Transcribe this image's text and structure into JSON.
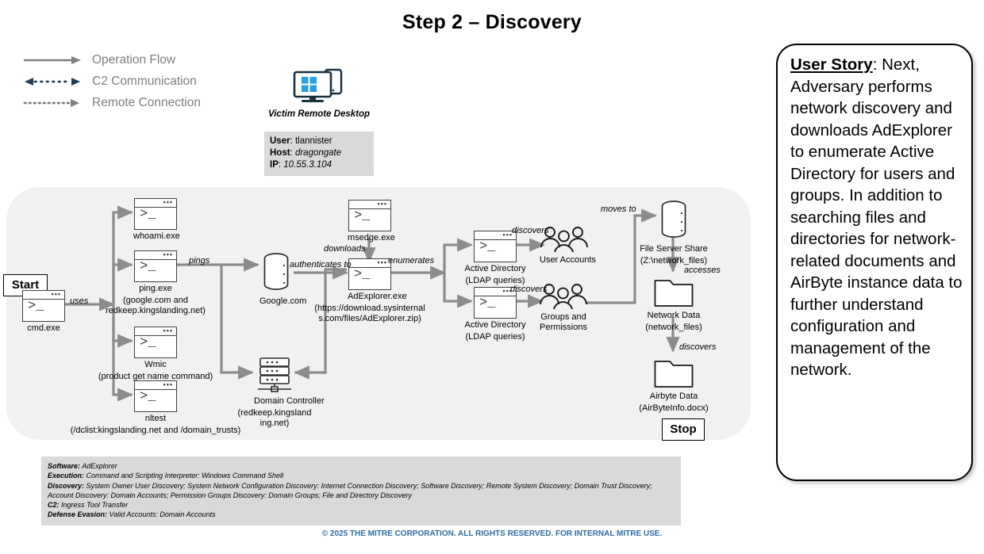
{
  "title": "Step 2 – Discovery",
  "legend": [
    {
      "label": "Operation Flow",
      "style": "solid-arrow",
      "icon": "solid-arrow-icon"
    },
    {
      "label": "C2 Communication",
      "style": "dotted-double-arrow",
      "icon": "dotted-double-arrow-icon"
    },
    {
      "label": "Remote Connection",
      "style": "dotted-arrow",
      "icon": "dotted-arrow-icon"
    }
  ],
  "victim": {
    "caption": "Victim Remote Desktop",
    "icon": "windows-monitor-icon",
    "info": {
      "user_label": "User",
      "user_value": "tlannister",
      "host_label": "Host",
      "host_value": "dragongate",
      "ip_label": "IP",
      "ip_value": "10.55.3.104"
    }
  },
  "flow": {
    "start_label": "Start",
    "stop_label": "Stop",
    "nodes": [
      {
        "id": "cmd",
        "icon": "terminal-icon",
        "caption": "cmd.exe"
      },
      {
        "id": "whoami",
        "icon": "terminal-icon",
        "caption": "whoami.exe"
      },
      {
        "id": "ping",
        "icon": "terminal-icon",
        "caption": "ping.exe",
        "sub": "(google.com and redkeep.kingslanding.net)"
      },
      {
        "id": "wmic",
        "icon": "terminal-icon",
        "caption": "Wmic",
        "sub": "(product get name command)"
      },
      {
        "id": "nltest",
        "icon": "terminal-icon",
        "caption": "nltest",
        "sub": "(/dclist:kingslanding.net and /domain_trusts)"
      },
      {
        "id": "google",
        "icon": "database-icon",
        "caption": "Google.com"
      },
      {
        "id": "dc",
        "icon": "server-rack-icon",
        "caption": "Domain Controller",
        "sub": "(redkeep.kingsland ing.net)"
      },
      {
        "id": "msedge",
        "icon": "terminal-icon",
        "caption": "msedge.exe"
      },
      {
        "id": "adexplorer",
        "icon": "terminal-icon",
        "caption": "AdExplorer.exe",
        "sub": "(https://download.sysinternal s.com/files/AdExplorer.zip)"
      },
      {
        "id": "ad1",
        "icon": "terminal-icon",
        "caption": "Active Directory",
        "sub": "(LDAP queries)"
      },
      {
        "id": "ad2",
        "icon": "terminal-icon",
        "caption": "Active Directory",
        "sub": "(LDAP queries)"
      },
      {
        "id": "users",
        "icon": "people-group-icon",
        "caption": "User Accounts"
      },
      {
        "id": "groups",
        "icon": "people-group-icon",
        "caption": "Groups and Permissions"
      },
      {
        "id": "fileshare",
        "icon": "database-icon",
        "caption": "File Server Share",
        "sub": "(Z:\\network_files)"
      },
      {
        "id": "netdata",
        "icon": "folder-icon",
        "caption": "Network Data",
        "sub": "(network_files)"
      },
      {
        "id": "airbyte",
        "icon": "folder-icon",
        "caption": "Airbyte Data",
        "sub": "(AirByteInfo.docx)"
      }
    ],
    "edge_labels": {
      "uses": "uses",
      "pings": "pings",
      "authenticates_to": "authenticates to",
      "downloads": "downloads",
      "enumerates": "enumerates",
      "discovers_users": "discovers",
      "discovers_groups": "discovers",
      "moves_to": "moves to",
      "accesses": "accesses",
      "discovers_airbyte": "discovers"
    }
  },
  "ttp": [
    {
      "label": "Software:",
      "value": "AdExplorer"
    },
    {
      "label": "Execution:",
      "value": "Command and Scripting Interpreter: Windows Command Shell"
    },
    {
      "label": "Discovery:",
      "value": "System Owner User Discovery; System Network Configuration Discovery: Internet Connection Discovery; Software Discovery; Remote System Discovery; Domain Trust Discovery; Account Discovery: Domain Accounts; Permission Groups Discovery: Domain Groups; File and Directory Discovery"
    },
    {
      "label": "C2:",
      "value": "Ingress Tool Transfer"
    },
    {
      "label": "Defense Evasion:",
      "value": "Valid Accounts: Domain Accounts"
    }
  ],
  "story": {
    "heading": "User Story",
    "body": ": Next, Adversary performs network discovery and downloads AdExplorer to enumerate Active Directory for users and groups. In addition to searching files and directories for network-related documents and AirByte instance data to further understand configuration and management of the network."
  },
  "footer": "© 2025 THE MITRE CORPORATION. ALL RIGHTS RESERVED. FOR INTERNAL MITRE USE.",
  "colors": {
    "panel_bg": "#f1f1f1",
    "info_bg": "#d9d9d9",
    "arrow": "#8c8c8c",
    "stroke": "#404040",
    "legend_text": "#7f7f7f",
    "footer_text": "#2e6da4",
    "win_blue": "#29a0e0",
    "monitor_dark": "#17313f"
  }
}
